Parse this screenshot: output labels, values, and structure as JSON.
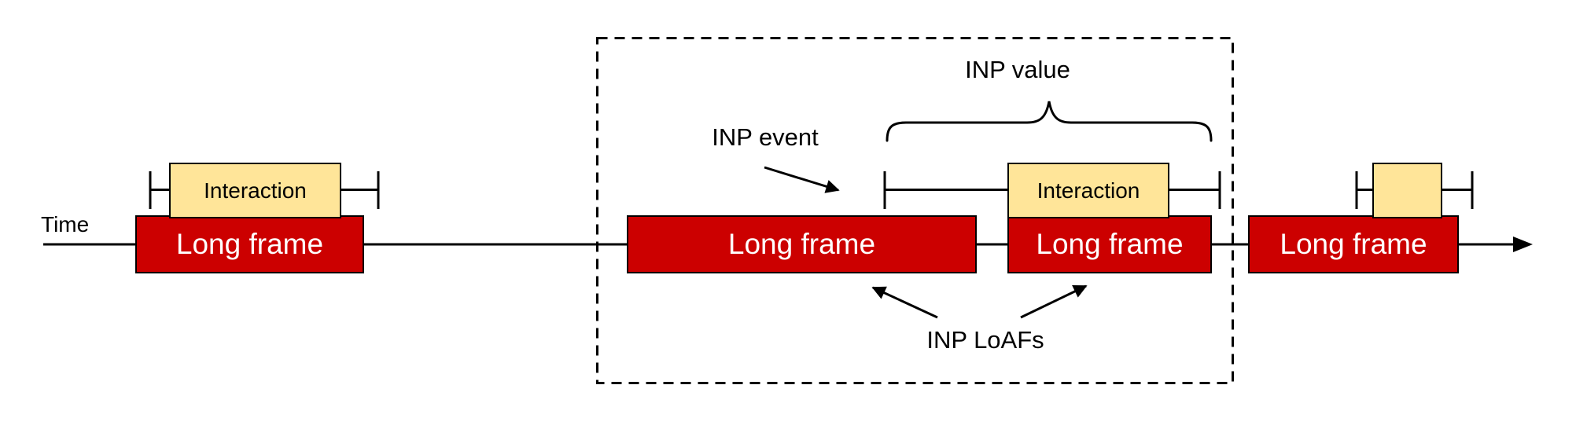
{
  "labels": {
    "time": "Time",
    "inp_event": "INP event",
    "inp_value": "INP value",
    "inp_loafs": "INP LoAFs"
  },
  "frames": [
    {
      "label": "Long frame"
    },
    {
      "label": "Long frame"
    },
    {
      "label": "Long frame"
    },
    {
      "label": "Long frame"
    }
  ],
  "interactions": [
    {
      "label": "Interaction"
    },
    {
      "label": "Interaction"
    },
    {
      "label": ""
    }
  ],
  "colors": {
    "frame_fill": "#cc0000",
    "frame_text": "#ffffff",
    "interaction_fill": "#ffe599",
    "interaction_text": "#000000",
    "line": "#000000",
    "background": "#ffffff"
  }
}
